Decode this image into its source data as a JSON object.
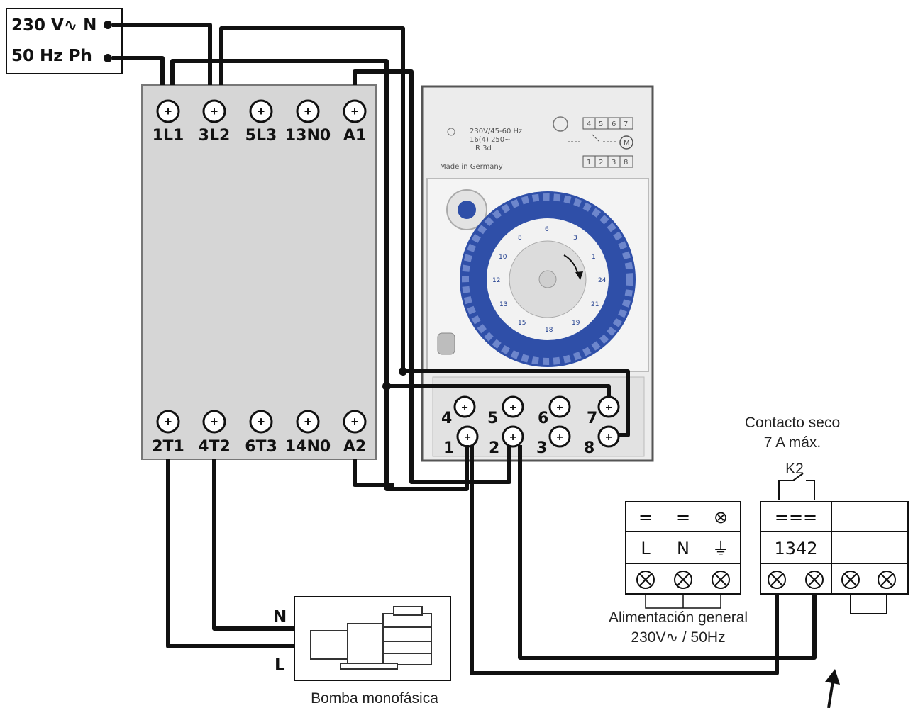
{
  "supply": {
    "line1": "230 V∿ N",
    "line2": "50 Hz  Ph"
  },
  "contactor": {
    "top_terminals": [
      "1L1",
      "3L2",
      "5L3",
      "13N0",
      "A1"
    ],
    "bottom_terminals": [
      "2T1",
      "4T2",
      "6T3",
      "14N0",
      "A2"
    ]
  },
  "timer": {
    "top_row_numbers": [
      "4",
      "5",
      "6",
      "7"
    ],
    "bottom_row_numbers": [
      "1",
      "2",
      "3",
      "8"
    ],
    "label_rating": "230V/45-60 Hz",
    "label_contact": "16(4) 250~",
    "label_reserve": "R 3d",
    "label_made": "Made in Germany",
    "schematic_top": [
      "4",
      "5",
      "6",
      "7"
    ],
    "schematic_bottom": [
      "1",
      "2",
      "3",
      "8"
    ],
    "motor": "M"
  },
  "pump": {
    "n_label": "N",
    "l_label": "L",
    "caption": "Bomba monofásica"
  },
  "controller": {
    "dry_contact_line1": "Contacto seco",
    "dry_contact_line2": "7 A máx.",
    "relay_label": "K2",
    "power_block": {
      "symbols": [
        "=",
        "=",
        "⊗"
      ],
      "labels": [
        "L",
        "N",
        "⏚"
      ]
    },
    "relay_block": {
      "symbol": "===",
      "label": "1342"
    },
    "caption_line1": "Alimentación general",
    "caption_line2": "230V∿ / 50Hz"
  },
  "colors": {
    "wire": "#111111",
    "contactor_body": "#d8d8d8",
    "timer_body": "#e9e9e9",
    "dial_blue": "#2f4fa8"
  }
}
